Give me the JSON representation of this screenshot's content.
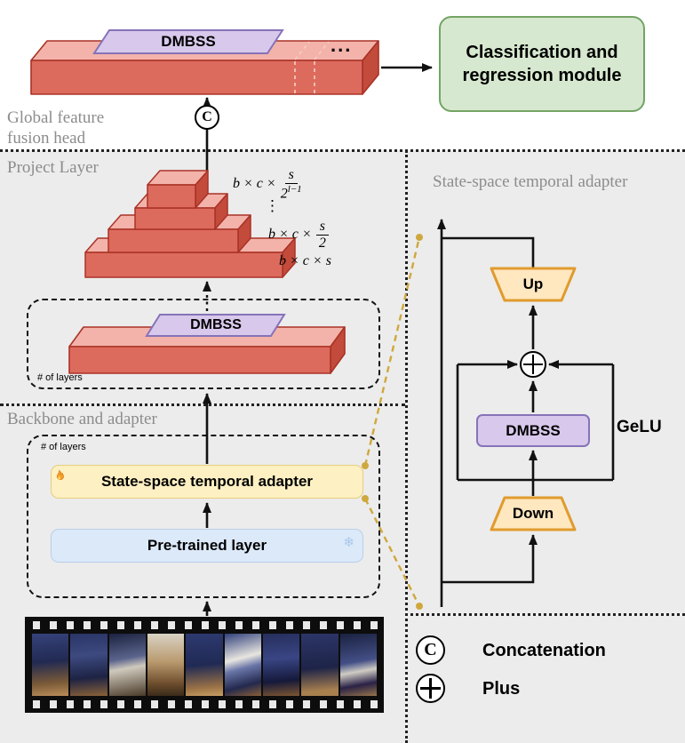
{
  "colors": {
    "panel_gray": "#ececec",
    "bar_front": "#dd6b5d",
    "bar_top": "#f3b3aa",
    "bar_side": "#c24b3c",
    "bar_stroke": "#a93226",
    "purple_fill": "#d8c9ec",
    "purple_stroke": "#8673b8",
    "green_fill": "#d6e8cf",
    "green_stroke": "#74a465",
    "yellow_fill": "#fdf0c2",
    "yellow_stroke": "#e6ce7d",
    "blue_fill": "#dce9f9",
    "blue_stroke": "#b7cfe9",
    "orange_fill": "#ffe7c0",
    "orange_stroke": "#e09b2e",
    "gold_dash": "#cfa83d",
    "section_label": "#8c8c8c"
  },
  "global_head": {
    "label_line1": "Global feature",
    "label_line2": "fusion head",
    "dmbss": "DMBSS",
    "ellipsis": "...",
    "classification": "Classification and regression module",
    "concat_symbol": "C"
  },
  "project": {
    "label": "Project Layer",
    "dim1_prefix": "b × c ×",
    "dim1_num": "s",
    "dim1_den_base": "2",
    "dim1_den_exp": "l−1",
    "vdots": "⋮",
    "dim2_prefix": "b × c ×",
    "dim2_num": "s",
    "dim2_den": "2",
    "dim3": "b × c × s",
    "dmbss": "DMBSS",
    "layers_note": "# of layers"
  },
  "backbone": {
    "label": "Backbone and adapter",
    "layers_note": "# of layers",
    "adapter_label": "State-space temporal adapter",
    "pretrained_label": "Pre-trained layer",
    "snowflake": "❄"
  },
  "adapter_detail": {
    "title": "State-space temporal adapter",
    "up": "Up",
    "dmbss": "DMBSS",
    "gelu": "GeLU",
    "down": "Down"
  },
  "legend": {
    "concat_symbol": "C",
    "concat_label": "Concatenation",
    "plus_label": "Plus"
  }
}
